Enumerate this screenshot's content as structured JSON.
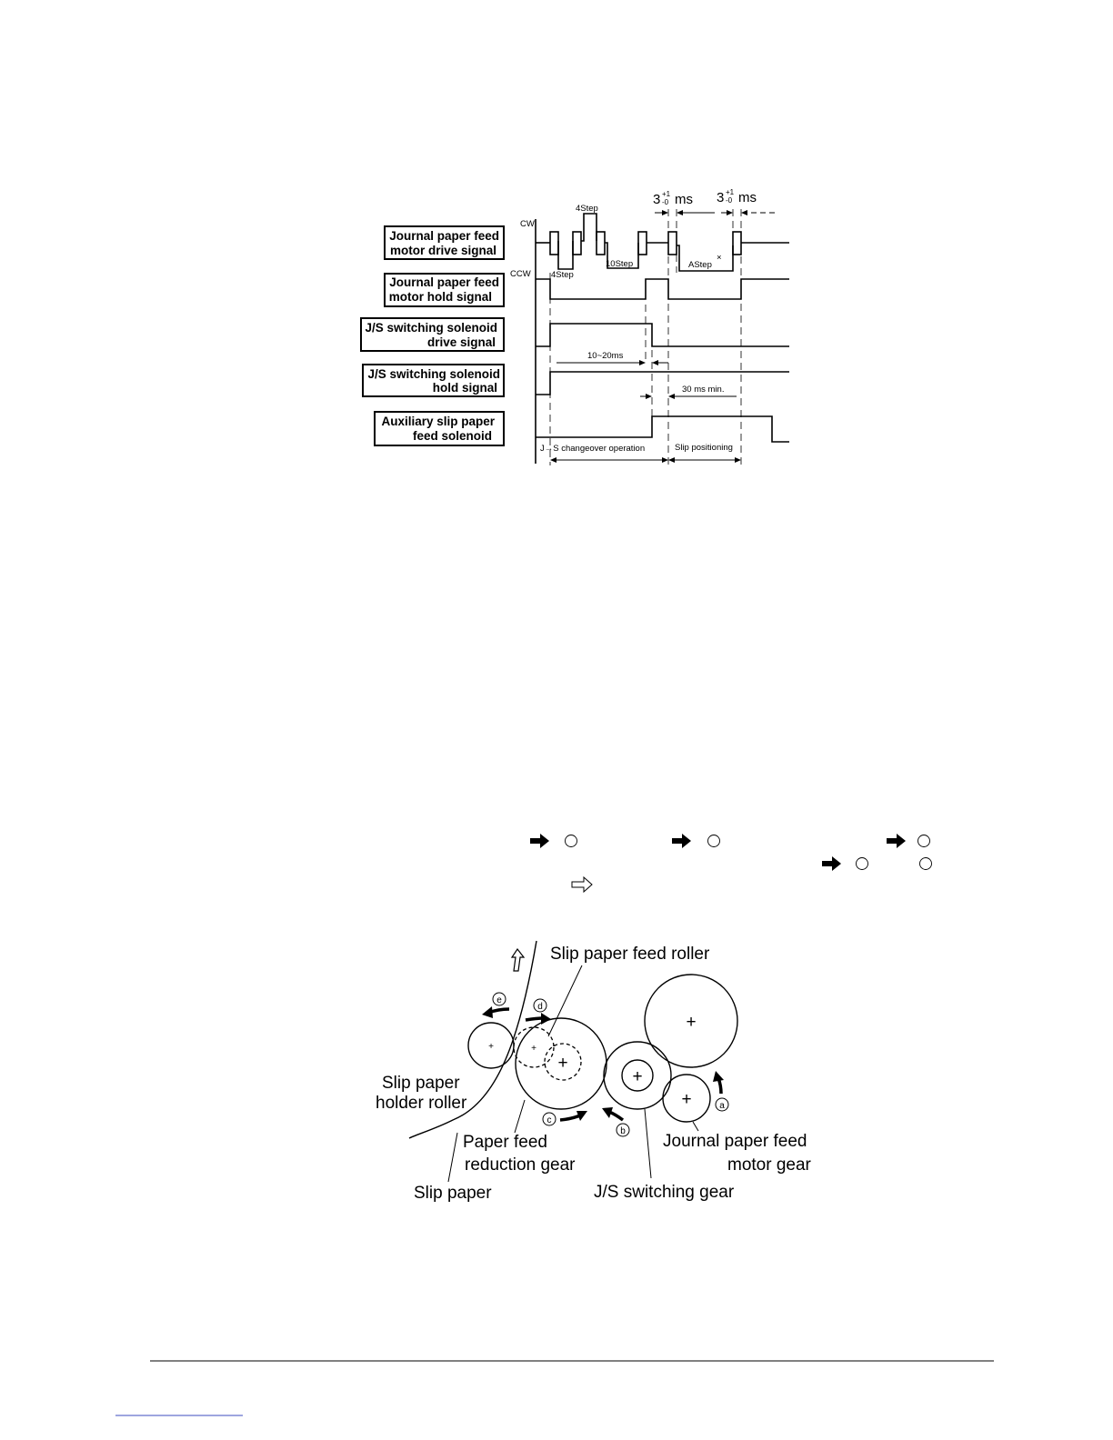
{
  "timing_chart": {
    "signals": [
      {
        "line1": "Journal paper feed",
        "line2": "motor drive signal"
      },
      {
        "line1": "Journal paper feed",
        "line2": "motor hold signal"
      },
      {
        "line1": "J/S switching solenoid",
        "line2": "drive signal"
      },
      {
        "line1": "J/S switching solenoid",
        "line2": "hold signal"
      },
      {
        "line1": "Auxiliary slip paper",
        "line2": "feed solenoid"
      }
    ],
    "cw_label": "CW",
    "ccw_label": "CCW",
    "steps": {
      "a": "4Step",
      "b": "4Step",
      "c": "10Step",
      "d": "AStep",
      "mark": "×"
    },
    "timing_1": {
      "value": "3",
      "tol_plus": "+1",
      "tol_minus": "-0",
      "unit": "ms"
    },
    "timing_2": {
      "value": "3",
      "tol_plus": "+1",
      "tol_minus": "-0",
      "unit": "ms"
    },
    "interval_1": "10~20ms",
    "interval_2": "30 ms min.",
    "phase_1": "J→S changeover operation",
    "phase_2": "Slip positioning"
  },
  "gear_diagram": {
    "labels": {
      "slip_feed_roller": "Slip paper feed roller",
      "holder_roller_1": "Slip paper",
      "holder_roller_2": "holder roller",
      "reduction_gear_1": "Paper feed",
      "reduction_gear_2": "reduction gear",
      "slip_paper": "Slip paper",
      "switching_gear": "J/S switching gear",
      "motor_gear_1": "Journal paper feed",
      "motor_gear_2": "motor gear"
    },
    "markers": {
      "a": "a",
      "b": "b",
      "c": "c",
      "d": "d",
      "e": "e"
    }
  },
  "icons": [
    "filled-arrow-icon",
    "circle-icon",
    "hollow-arrow-icon"
  ]
}
